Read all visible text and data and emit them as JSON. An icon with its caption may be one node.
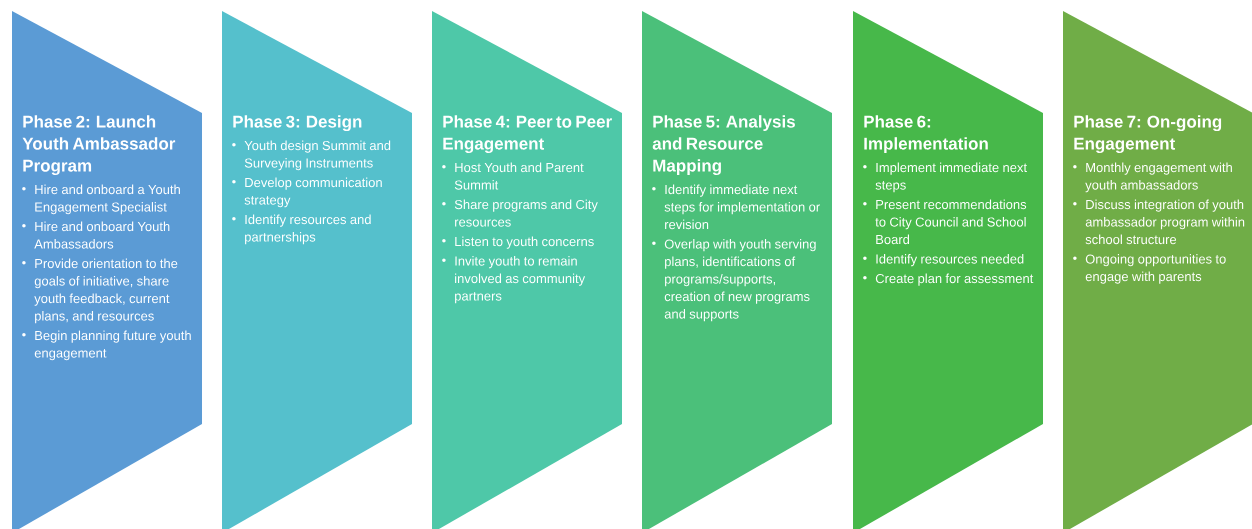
{
  "diagram": {
    "nodes": [
      {
        "text": [
          "Phase 2: Launch Youth Ambassador Program",
          "Hire and onboard a Youth Engagement Specialist",
          "Hire and onboard Youth Ambassadors",
          "Provide orientation to the goals of initiative, share youth feedback, current plans, and resources",
          "Begin planning future youth engagement"
        ]
      },
      {
        "text": [
          "Phase 3: Design",
          "Youth design Summit and Surveying Instruments",
          "Develop communication strategy",
          "Identify resources and partnerships"
        ]
      },
      {
        "text": [
          "Phase 4: Peer to Peer Engagement",
          "Host Youth and Parent Summit",
          "Share programs and City resources",
          "Listen to youth concerns",
          "Invite youth to remain involved as community partners"
        ]
      },
      {
        "text": [
          "Phase 5: Analysis and Resource Mapping",
          "Identify immediate next steps for implementation or revision",
          "Overlap with youth serving plans, identifications of programs/supports, creation of new programs and supports"
        ]
      },
      {
        "text": [
          "Phase 6: Implementation",
          "Implement immediate next steps",
          "Present recommendations to City Council and School Board",
          "Identify resources needed",
          "Create plan for assessment"
        ]
      },
      {
        "text": [
          "Phase 7: On-going Engagement",
          "Monthly engagement with youth ambassadors",
          "Discuss integration of youth ambassador program within school structure",
          "Ongoing opportunities to engage with parents"
        ]
      }
    ]
  }
}
